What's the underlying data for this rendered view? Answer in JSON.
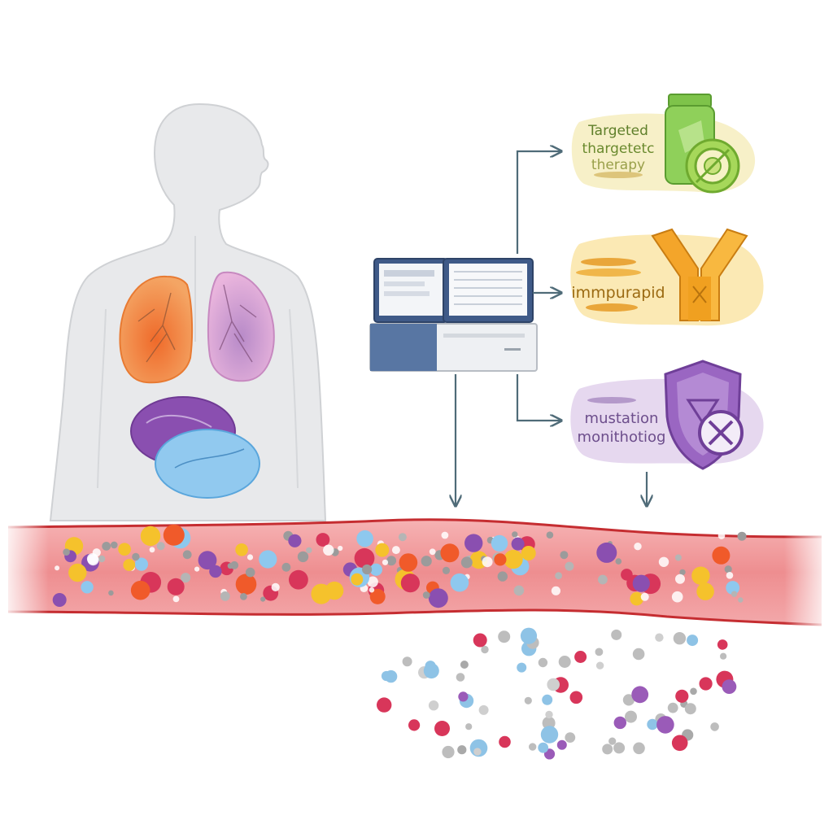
{
  "labels": {
    "targeted_line1": "Targeted",
    "targeted_line2": "thargetetc",
    "targeted_line3": "therapy",
    "immuno": "immpurapid",
    "mutation_line1": "mustation",
    "mutation_line2": "monithotiog"
  },
  "colors": {
    "body": "#e6e7e9",
    "body_outline": "#c9cbce",
    "lung_left": "#f28a3c",
    "lung_right": "#dba2cf",
    "organ_purple": "#8a4fb0",
    "organ_blue": "#8ec8ee",
    "arrow": "#4f6b78",
    "vessel": "#e86f72",
    "vessel_edge": "#c52d31",
    "panel_targeted": "#f7f0c8",
    "panel_immuno": "#fbe9b4",
    "panel_mutation": "#e6d8ef",
    "targeted_text": "#5f7f2a",
    "immuno_text": "#9b6a12",
    "mutation_text": "#6d4e8c"
  },
  "icons": [
    "human-body-icon",
    "lung-icon",
    "kidney-icon",
    "sequencer-icon",
    "pill-bottle-icon",
    "target-icon",
    "antibody-icon",
    "shield-icon",
    "dna-icon"
  ]
}
